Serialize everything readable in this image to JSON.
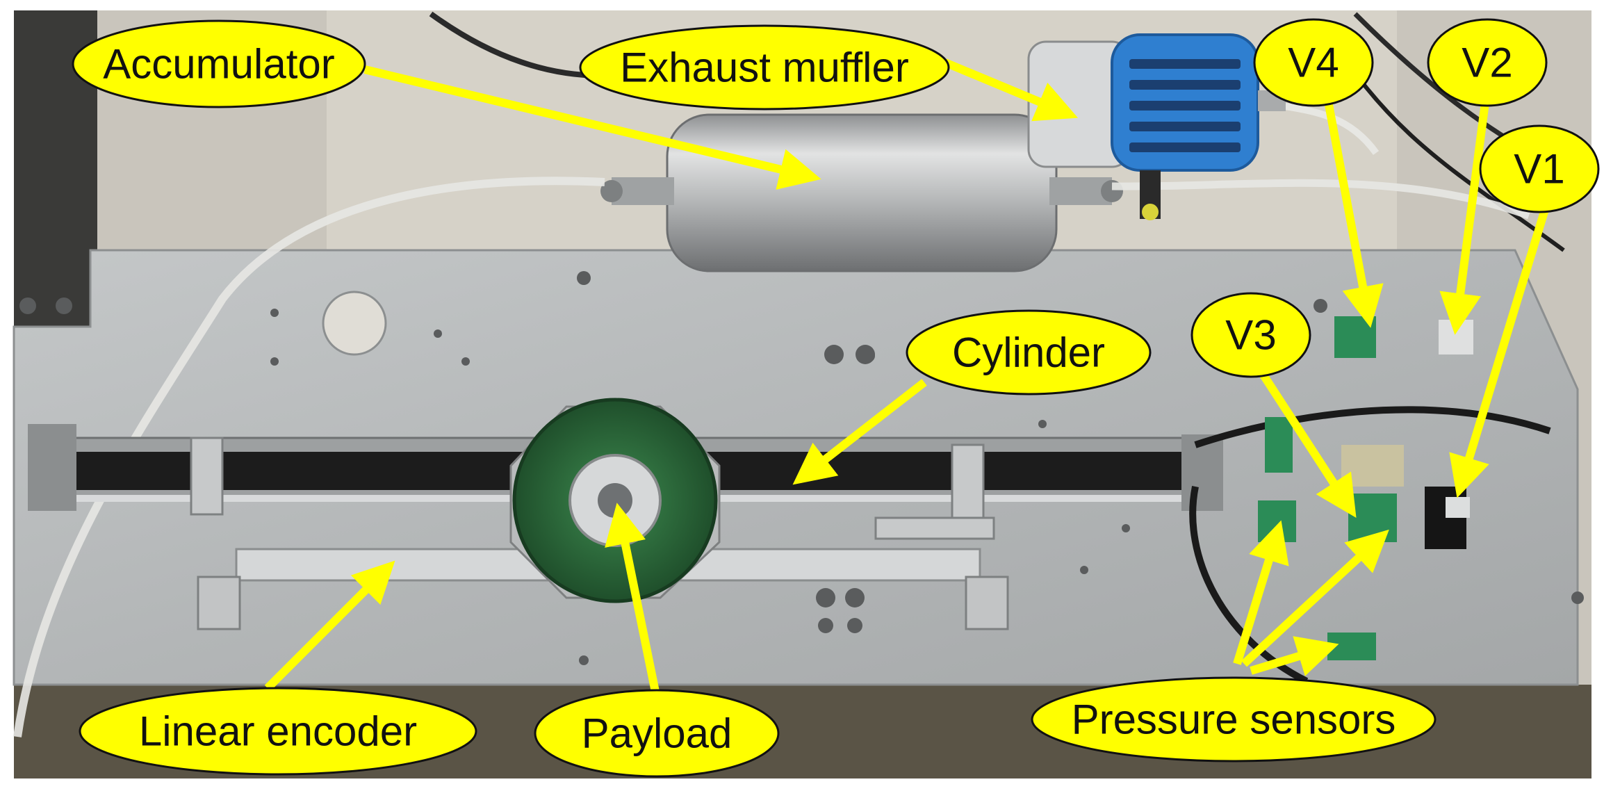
{
  "figure": {
    "background_colors": {
      "wall": "#cbc8c0",
      "plate": "#b9bcbd",
      "tank": "#bfc1c2",
      "weight": "#2e6b3c",
      "muffler": "#2f7fd0",
      "rail": "#1c1c1c",
      "callout": "#ffff00"
    },
    "labels": {
      "accumulator": "Accumulator",
      "exhaust_muffler": "Exhaust muffler",
      "v4": "V4",
      "v2": "V2",
      "v1": "V1",
      "v3": "V3",
      "cylinder": "Cylinder",
      "linear_encoder": "Linear encoder",
      "payload": "Payload",
      "pressure_sensors": "Pressure sensors"
    }
  }
}
